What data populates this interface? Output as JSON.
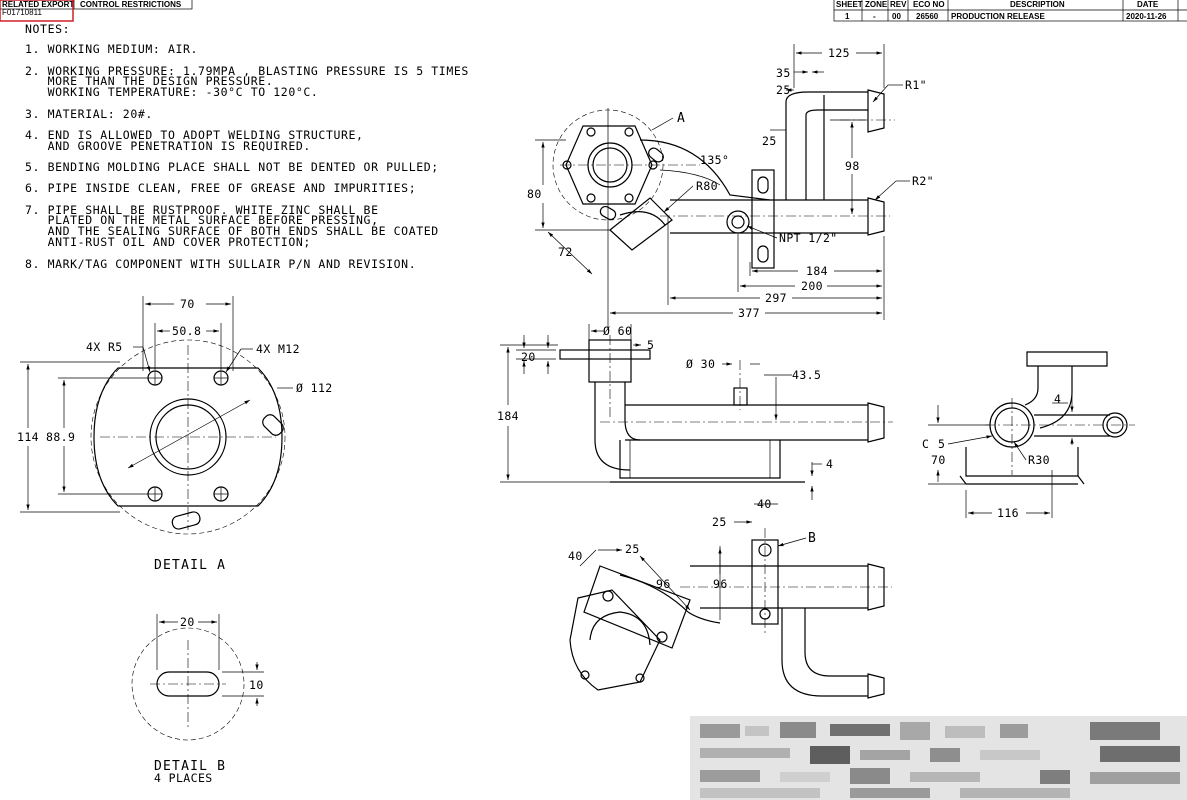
{
  "header_box": {
    "related_label": "RELATED EXPORT",
    "related_code": "F01710811",
    "export_label": "CONTROL RESTRICTIONS"
  },
  "revision_table": {
    "headers": [
      "SHEET",
      "ZONE",
      "REV",
      "ECO NO",
      "DESCRIPTION",
      "DATE"
    ],
    "row": [
      "1",
      "-",
      "00",
      "26560",
      "PRODUCTION RELEASE",
      "2020-11-26"
    ]
  },
  "notes": {
    "title": "NOTES:",
    "lines": [
      "1. WORKING MEDIUM: AIR.",
      "2. WORKING PRESSURE:  1.79MPA , BLASTING PRESSURE IS 5 TIMES",
      "   MORE THAN THE DESIGN PRESSURE.",
      "   WORKING TEMPERATURE: -30°C TO 120°C.",
      "3. MATERIAL: 20#.",
      "4. END IS ALLOWED TO ADOPT WELDING STRUCTURE,",
      "   AND GROOVE PENETRATION IS REQUIRED.",
      "5. BENDING MOLDING PLACE SHALL NOT BE DENTED OR PULLED;",
      "6. PIPE INSIDE CLEAN, FREE OF GREASE AND IMPURITIES;",
      "7. PIPE SHALL BE RUSTPROOF. WHITE ZINC SHALL BE",
      "   PLATED ON THE METAL SURFACE BEFORE PRESSING,",
      "   AND THE SEALING SURFACE OF BOTH ENDS SHALL BE COATED",
      "   ANTI-RUST OIL AND COVER PROTECTION;",
      "8. MARK/TAG COMPONENT WITH SULLAIR P/N AND REVISION."
    ]
  },
  "detail_a": {
    "title": "DETAIL A",
    "dims": {
      "d70": "70",
      "d50_8": "50.8",
      "r5": "4X R5",
      "m12": "4X M12",
      "dia112": "Ø 112",
      "d114": "114",
      "d88_9": "88.9"
    }
  },
  "detail_b": {
    "title": "DETAIL B",
    "subtitle": "4 PLACES",
    "dims": {
      "d20": "20",
      "d10": "10"
    }
  },
  "top_view": {
    "callout_a": "A",
    "dims": {
      "d125": "125",
      "d35": "35",
      "d25a": "25",
      "d25b": "25",
      "d98": "98",
      "r1": "R1\"",
      "r2": "R2\"",
      "ang135": "135°",
      "r80": "R80",
      "d80": "80",
      "d72": "72",
      "npt": "NPT 1/2\"",
      "d184": "184",
      "d200": "200",
      "d297": "297",
      "d377": "377"
    }
  },
  "front_view": {
    "dims": {
      "dia60": "Ø 60",
      "d5": "5",
      "d20": "20",
      "dia30": "Ø 30",
      "d43_5": "43.5",
      "d184": "184",
      "d4": "4"
    }
  },
  "side_view": {
    "dims": {
      "d4": "4",
      "c": "C",
      "d5": "5",
      "d70": "70",
      "r30": "R30",
      "d116": "116"
    }
  },
  "bottom_view": {
    "callout_b": "B",
    "dims": {
      "d40a": "40",
      "d25a": "25",
      "d40b": "40",
      "d25b": "25",
      "d96a": "96",
      "d96b": "96"
    }
  },
  "colors": {
    "ink": "#000000",
    "annotation_red": "#d0202a"
  }
}
